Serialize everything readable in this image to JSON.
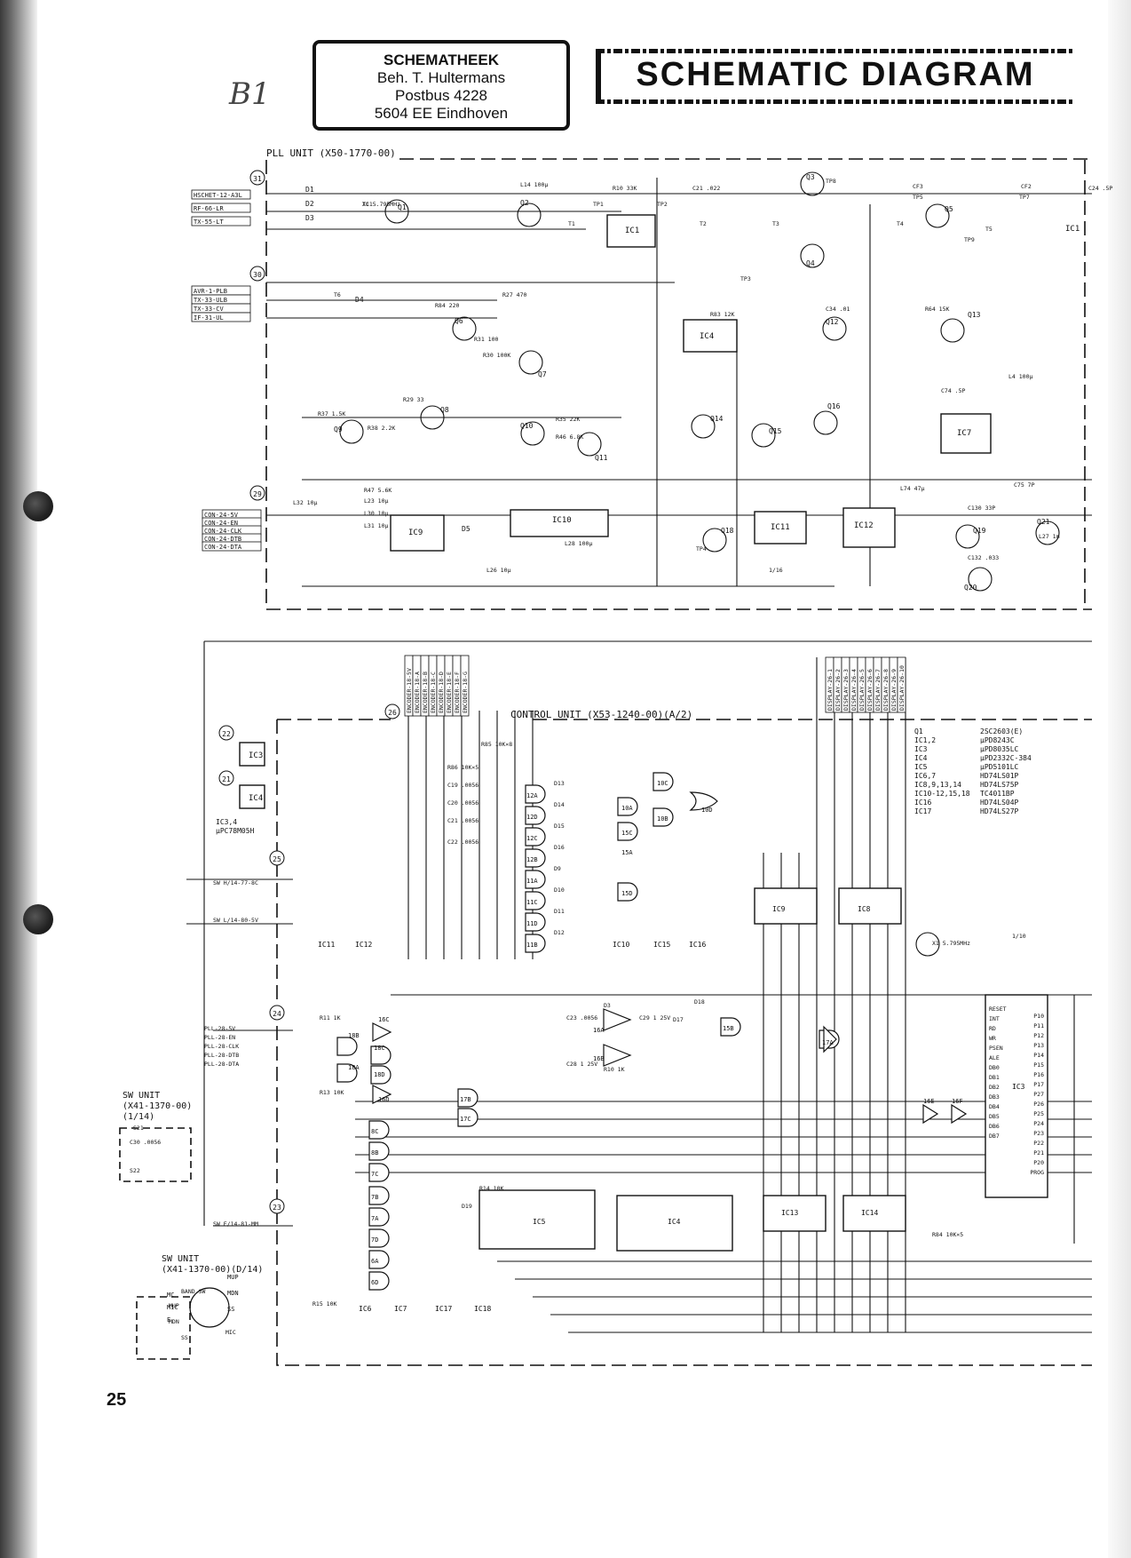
{
  "stamp": {
    "line1": "SCHEMATHEEK",
    "line2": "Beh. T. Hultermans",
    "line3": "Postbus 4228",
    "line4": "5604 EE  Eindhoven"
  },
  "handwritten_note": "B1",
  "title": "SCHEMATIC DIAGRAM",
  "page_number": "25",
  "units": {
    "pll": "PLL UNIT (X50-1770-00)",
    "control": "CONTROL UNIT (X53-1240-00)(A/2)",
    "sw1": "SW UNIT\n(X41-1370-00)\n(1/14)",
    "sw2": "SW UNIT\n(X41-1370-00)(D/14)"
  },
  "connector_numbers": [
    "31",
    "30",
    "29",
    "26",
    "25",
    "24",
    "23",
    "22",
    "21"
  ],
  "pll_connectors": {
    "c31": [
      "HSCHET-12-A3L",
      "RF-66-LR",
      "TX-55-LT"
    ],
    "c30": [
      "AVR-1-PLB",
      "TX-33-ULB",
      "TX-33-CV",
      "IF-31-UL"
    ],
    "c29": [
      "CON-24-5V",
      "CON-24-EN",
      "CON-24-CLK",
      "CON-24-DTB",
      "CON-24-DTA"
    ]
  },
  "pll_labels": {
    "ics": [
      "IC1",
      "IC4",
      "IC7",
      "IC9",
      "IC10",
      "IC11",
      "IC12",
      "IC1"
    ],
    "transistors": [
      "Q1",
      "Q2",
      "Q3",
      "Q4",
      "Q5",
      "Q6",
      "Q7",
      "Q8",
      "Q9",
      "Q10",
      "Q11",
      "Q12",
      "Q13",
      "Q14",
      "Q15",
      "Q16",
      "Q18",
      "Q19",
      "Q20",
      "Q21"
    ],
    "diodes": [
      "D1",
      "D2",
      "D3",
      "D4",
      "D5"
    ],
    "misc": [
      "TC1",
      "TP1",
      "TP2",
      "TP3",
      "TP4",
      "TP5",
      "TP7",
      "TP8",
      "TP9",
      "CF3",
      "CF2",
      "T1",
      "T2",
      "T3",
      "T4",
      "T5",
      "T6",
      "L4 100μ",
      "L14 100μ",
      "R10 33K",
      "C21 .022",
      "C24 .5P",
      "C34 .01",
      "R64 15K",
      "C74 .5P",
      "C75 7P",
      "R84 220",
      "R27 470",
      "R31 100",
      "R30 100K",
      "R29 33",
      "R38 2.2K",
      "R37 1.5K",
      "R35 22K",
      "R46 6.8K",
      "R47 5.6K",
      "L23 10μ",
      "L30 10μ",
      "L31 10μ",
      "L32 10μ",
      "L28 100μ",
      "L26 10μ",
      "L27 1m",
      "L74 47μ",
      "C130 33P",
      "C132 .033",
      "R83 12K",
      "1/16",
      "1/10",
      "X1 5.795MHz"
    ]
  },
  "control_bus": {
    "encoder": [
      "ENCODER-18-5V",
      "ENCODER-18-A",
      "ENCODER-18-B",
      "ENCODER-18-C",
      "ENCODER-18-D",
      "ENCODER-18-E",
      "ENCODER-18-F",
      "ENCODER-18-G"
    ],
    "display": [
      "DISPLAY-26-1",
      "DISPLAY-26-2",
      "DISPLAY-26-3",
      "DISPLAY-26-4",
      "DISPLAY-26-5",
      "DISPLAY-26-6",
      "DISPLAY-26-7",
      "DISPLAY-26-8",
      "DISPLAY-26-9",
      "DISPLAY-26-10"
    ]
  },
  "parts_list": [
    {
      "ref": "Q1",
      "part": "2SC2603(E)"
    },
    {
      "ref": "IC1,2",
      "part": "μPD8243C"
    },
    {
      "ref": "IC3",
      "part": "μPD8035LC"
    },
    {
      "ref": "IC4",
      "part": "μPD2332C-384"
    },
    {
      "ref": "IC5",
      "part": "μPD5101LC"
    },
    {
      "ref": "IC6,7",
      "part": "HD74LS01P"
    },
    {
      "ref": "IC8,9,13,14",
      "part": "HD74LS75P"
    },
    {
      "ref": "IC10-12,15,18",
      "part": "TC4011BP"
    },
    {
      "ref": "IC16",
      "part": "HD74LS04P"
    },
    {
      "ref": "IC17",
      "part": "HD74LS27P"
    }
  ],
  "control_labels": {
    "reg_ics": [
      "IC3",
      "IC4"
    ],
    "reg_note": "IC3,4\nμPC78M05H",
    "sw_connectors": [
      "SW H/14-77-8C",
      "SW L/14-80-5V",
      "PLL-28-5V",
      "PLL-28-EN",
      "PLL-28-CLK",
      "PLL-28-DTB",
      "PLL-28-DTA",
      "SW E/14-81-MM"
    ],
    "gates": [
      "12A",
      "12D",
      "12C",
      "12B",
      "11A",
      "11C",
      "11D",
      "11B",
      "10C",
      "10A",
      "10B",
      "10D",
      "15C",
      "15A",
      "15D",
      "15B",
      "16A",
      "16B",
      "18C",
      "18B",
      "18A",
      "18D",
      "16C",
      "16D",
      "17A",
      "17B",
      "17C",
      "8C",
      "8B",
      "7C",
      "7B",
      "7A",
      "7D",
      "6A",
      "6D",
      "16E",
      "16F"
    ],
    "ics": [
      "IC9",
      "IC8",
      "IC3",
      "IC5",
      "IC4",
      "IC13",
      "IC14",
      "IC11",
      "IC12",
      "IC10",
      "IC15",
      "IC16",
      "IC6",
      "IC7",
      "IC17",
      "IC18"
    ],
    "ic3_pins": [
      "RESET",
      "INT",
      "RD",
      "WR",
      "PSEN",
      "ALE",
      "DB0",
      "DB1",
      "DB2",
      "DB3",
      "DB4",
      "DB5",
      "DB6",
      "DB7",
      "P10",
      "P11",
      "P12",
      "P13",
      "P14",
      "P15",
      "P16",
      "P17",
      "P27",
      "P26",
      "P25",
      "P24",
      "P23",
      "P22",
      "P21",
      "P20",
      "PROG"
    ],
    "misc": [
      "D13",
      "D14",
      "D15",
      "D16",
      "D9",
      "D10",
      "D11",
      "D12",
      "D17",
      "D18",
      "D19",
      "D3",
      "R10 1K",
      "R11 1K",
      "R13 10K",
      "R14 10K",
      "R15 10K",
      "R84 10K×5",
      "R85 10K×8",
      "R86 10K×5",
      "C19 .0056",
      "C20 .0056",
      "C21 .0056",
      "C22 .0056",
      "C23 .0056",
      "C28 1 25V",
      "C29 1 25V",
      "C30 .0056",
      "S22",
      "S21",
      "BAND SW",
      "MUP",
      "MDN",
      "SS",
      "MIC",
      "X1 5.795MHz"
    ]
  },
  "mic_connector": [
    "MC",
    "MIC",
    "E",
    "SS",
    "MUP",
    "MDN"
  ]
}
